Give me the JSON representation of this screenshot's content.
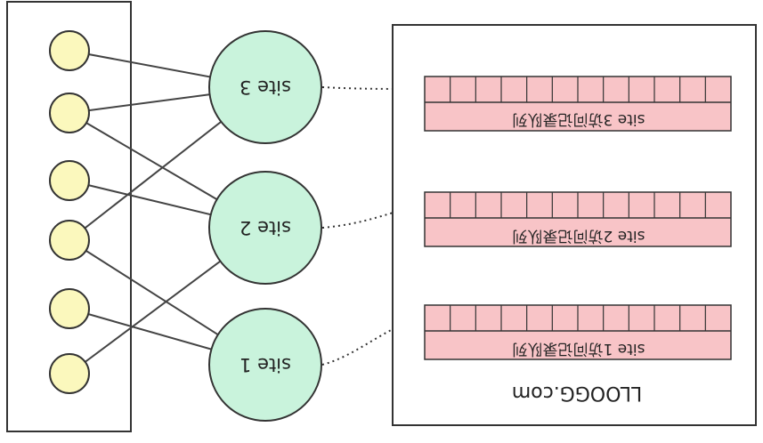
{
  "sites": [
    {
      "id": "site3",
      "label": "site 3",
      "queue_label": "site 3访问记录队列"
    },
    {
      "id": "site2",
      "label": "site 2",
      "queue_label": "site 2访问记录队列"
    },
    {
      "id": "site1",
      "label": "site 1",
      "queue_label": "site 1访问记录队列"
    }
  ],
  "brand": "LLOOGG.com",
  "colors": {
    "user_node_fill": "#fbf8bd",
    "site_node_fill": "#c9f3dc",
    "queue_fill": "#f8c4c7",
    "line": "#333333",
    "arrow": "#333333"
  }
}
